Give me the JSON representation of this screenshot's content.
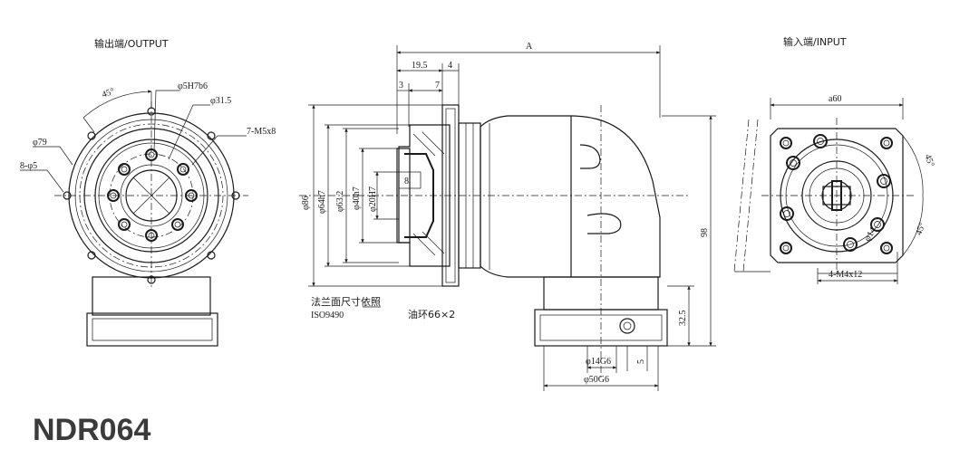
{
  "header": {
    "output_label": "输出端/OUTPUT",
    "input_label": "输入端/INPUT"
  },
  "model": "NDR064",
  "output_view": {
    "angle": "45°",
    "bore_fit": "φ5H7b6",
    "pcd_inner": "φ31.5",
    "thread": "7-M5x8",
    "pcd_outer": "φ79",
    "holes": "8-φ5"
  },
  "side_view": {
    "overall": "A",
    "dim_19_5": "19.5",
    "dim_4": "4",
    "dim_3": "3",
    "dim_7": "7",
    "dim_8": "8",
    "dia_86": "φ86",
    "dia_64h7": "φ64h7",
    "dia_63_2": "φ63.2",
    "dia_40h7": "φ40h7",
    "dia_20h7": "φ20H7",
    "height_98": "98",
    "dim_32_5": "32.5",
    "dim_5": "5",
    "dia_14g6": "φ14G6",
    "dia_50g6": "φ50G6",
    "note_flange": "法兰面尺寸依照",
    "note_iso": "ISO9490",
    "note_oil": "油环66×2"
  },
  "input_view": {
    "square": "a60",
    "angle_top": "45°",
    "angle_bottom": "45°",
    "thread": "4-M4x12",
    "dim_small": "φ14"
  }
}
